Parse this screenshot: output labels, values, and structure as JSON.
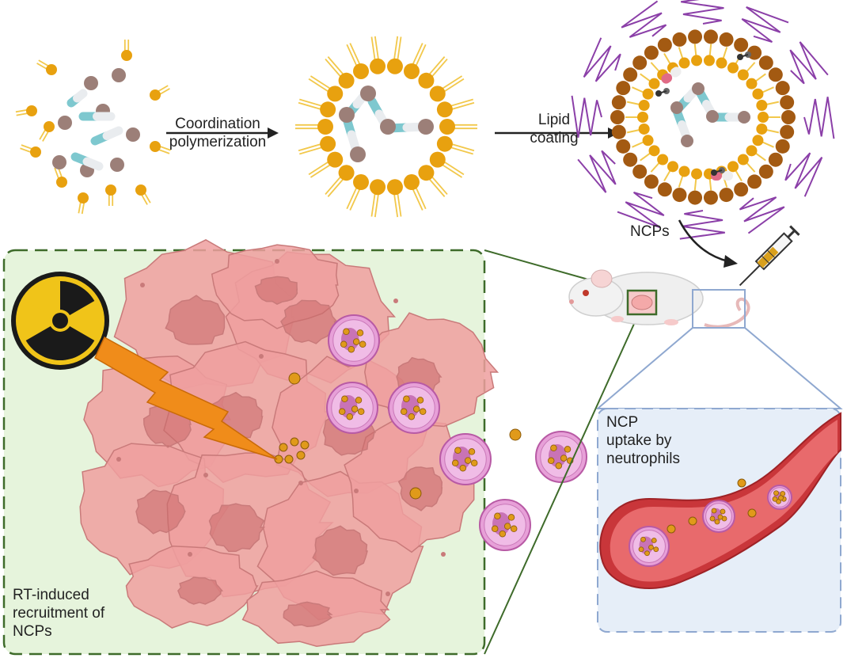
{
  "steps": {
    "step1_label": "Coordination\npolymerization",
    "step2_label": "Lipid\ncoating",
    "injection_label": "NCPs"
  },
  "panels": {
    "tumor_caption": "RT-induced\nrecruitment of\nNCPs",
    "vessel_caption": "NCP\nuptake by\nneutrophils"
  },
  "colors": {
    "lipid_head": "#e8a10f",
    "lipid_tail": "#f2c84b",
    "metal_node": "#9c7f78",
    "ligand": "#7ec8cf",
    "outer_lipid": "#a35a12",
    "peg": "#8b3fa8",
    "panel_green": "#e6f4dc",
    "panel_green_border": "#3e6b2a",
    "panel_blue": "#e6eef8",
    "panel_blue_border": "#8fa8d0",
    "tumor": "#ef9f9f",
    "neutrophil": "#e7a0d8",
    "vessel": "#c9363a",
    "radiation": "#f08c1a"
  },
  "icons": [
    "radiation-icon",
    "lightning-icon",
    "syringe-icon",
    "mouse-icon"
  ]
}
